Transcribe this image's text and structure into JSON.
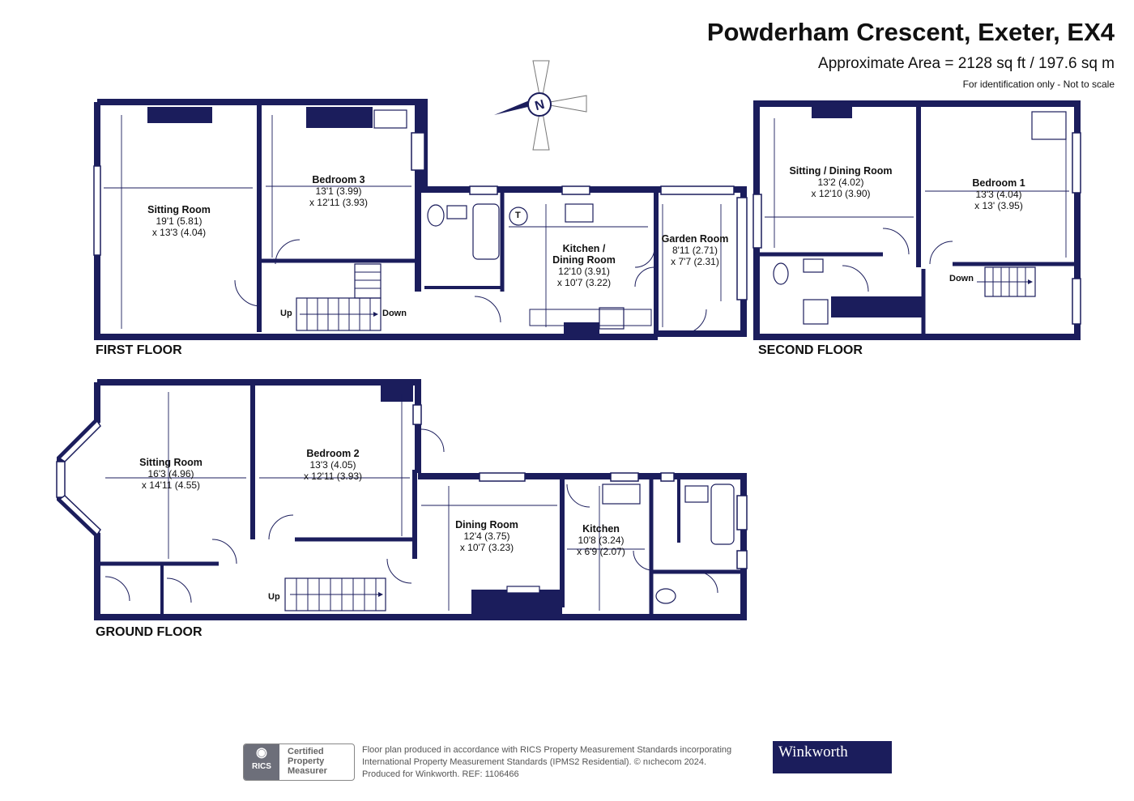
{
  "header": {
    "title": "Powderham Crescent, Exeter, EX4",
    "area": "Approximate Area = 2128 sq ft / 197.6 sq m",
    "note": "For identification only - Not to scale"
  },
  "compass": {
    "label": "N"
  },
  "floors": {
    "first": "FIRST FLOOR",
    "second": "SECOND FLOOR",
    "ground": "GROUND FLOOR"
  },
  "rooms": {
    "ff_sitting": {
      "name": "Sitting Room",
      "dim1": "19'1 (5.81)",
      "dim2": "x 13'3 (4.04)"
    },
    "ff_bed3": {
      "name": "Bedroom 3",
      "dim1": "13'1 (3.99)",
      "dim2": "x 12'11 (3.93)"
    },
    "ff_kitchen": {
      "name": "Kitchen /",
      "name2": "Dining Room",
      "dim1": "12'10 (3.91)",
      "dim2": "x 10'7 (3.22)"
    },
    "ff_garden": {
      "name": "Garden Room",
      "dim1": "8'11 (2.71)",
      "dim2": "x 7'7 (2.31)"
    },
    "sf_sitting": {
      "name": "Sitting / Dining Room",
      "dim1": "13'2 (4.02)",
      "dim2": "x 12'10 (3.90)"
    },
    "sf_bed1": {
      "name": "Bedroom 1",
      "dim1": "13'3 (4.04)",
      "dim2": "x 13' (3.95)"
    },
    "gf_sitting": {
      "name": "Sitting Room",
      "dim1": "16'3 (4.96)",
      "dim2": "x 14'11 (4.55)"
    },
    "gf_bed2": {
      "name": "Bedroom 2",
      "dim1": "13'3 (4.05)",
      "dim2": "x 12'11 (3.93)"
    },
    "gf_dining": {
      "name": "Dining Room",
      "dim1": "12'4 (3.75)",
      "dim2": "x 10'7 (3.23)"
    },
    "gf_kitchen": {
      "name": "Kitchen",
      "dim1": "10'8 (3.24)",
      "dim2": "x 6'9 (2.07)"
    }
  },
  "labels": {
    "ff_up": "Up",
    "ff_down": "Down",
    "sf_down": "Down",
    "gf_up": "Up",
    "tank": "T"
  },
  "footer": {
    "rics_logo": "RICS",
    "rics_line1": "Certified",
    "rics_line2": "Property",
    "rics_line3": "Measurer",
    "line1": "Floor plan produced in accordance with RICS Property Measurement Standards incorporating",
    "line2": "International Property Measurement Standards (IPMS2 Residential).  © nıchecom 2024.",
    "line3": "Produced for Winkworth.   REF: 1106466",
    "brand": "Winkworth"
  },
  "colors": {
    "wall": "#1b1d5c",
    "brand": "#1b1d5c"
  }
}
